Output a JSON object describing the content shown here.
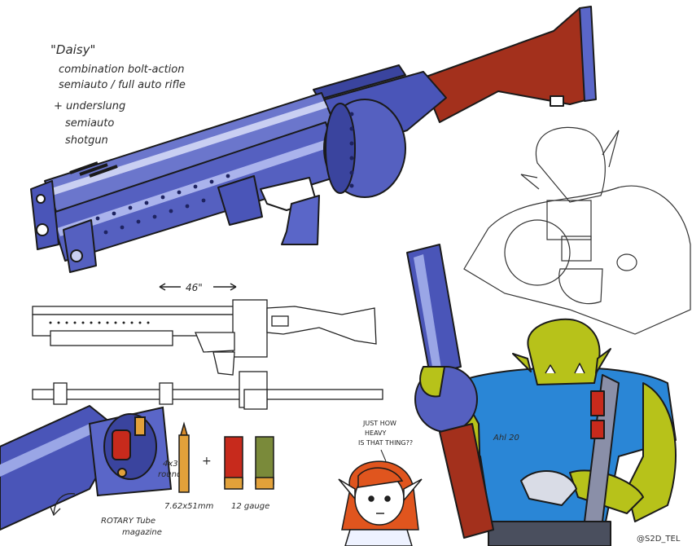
{
  "title_note": {
    "name": "\"Daisy\"",
    "line1": "combination bolt-action",
    "line2": "semiauto / full auto rifle",
    "line3": "+ underslung",
    "line4": "semiauto",
    "line5": "shotgun"
  },
  "dimension_label": "46\"",
  "magazine_note": {
    "line1": "4x3",
    "line2": "rounds",
    "line3": "ROTARY Tube",
    "line4": "magazine"
  },
  "ammo": {
    "rifle_label": "7.62x51mm",
    "plus": "+",
    "shotgun_label": "12 gauge"
  },
  "speech_bubble": {
    "line1": "JUST HOW",
    "line2": "HEAVY",
    "line3": "IS THAT THING??"
  },
  "signature": "Ahl 20",
  "watermark": "@S2D_TEL",
  "colors": {
    "gun_blue": "#4a55b8",
    "gun_light": "#9aa6e6",
    "wood": "#a3301c",
    "orc_skin": "#b7c21a",
    "shirt": "#2a86d6",
    "hair": "#e0551e",
    "brass": "#e2a13a",
    "shell_red": "#c72a1c",
    "shell_green": "#7a8a3a"
  }
}
